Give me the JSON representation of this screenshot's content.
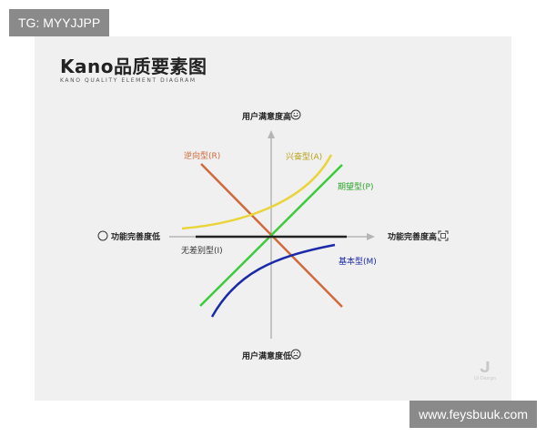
{
  "top_badge": "TG: MYYJJPP",
  "bottom_badge": "www.feysbuuk.com",
  "title": "Kano品质要素图",
  "subtitle": "KANO QUALITY ELEMENT DIAGRAM",
  "axes": {
    "top": "用户满意度高",
    "bottom": "用户满意度低",
    "left": "功能完善度低",
    "right": "功能完善度高"
  },
  "curves": [
    {
      "key": "reverse",
      "label": "逆向型(R)",
      "color": "#d2693a"
    },
    {
      "key": "excitement",
      "label": "兴奋型(A)",
      "color": "#e9d43a"
    },
    {
      "key": "performance",
      "label": "期望型(P)",
      "color": "#3ccb3a"
    },
    {
      "key": "indifferent",
      "label": "无差别型(I)",
      "color": "#222222"
    },
    {
      "key": "must_be",
      "label": "基本型(M)",
      "color": "#1a2aa8"
    }
  ],
  "icons": {
    "top": "smile-icon",
    "bottom": "frown-icon",
    "left": "circle-icon",
    "right": "expand-icon"
  },
  "watermark": {
    "glyph": "ᒍ",
    "text": "UI·Design"
  }
}
